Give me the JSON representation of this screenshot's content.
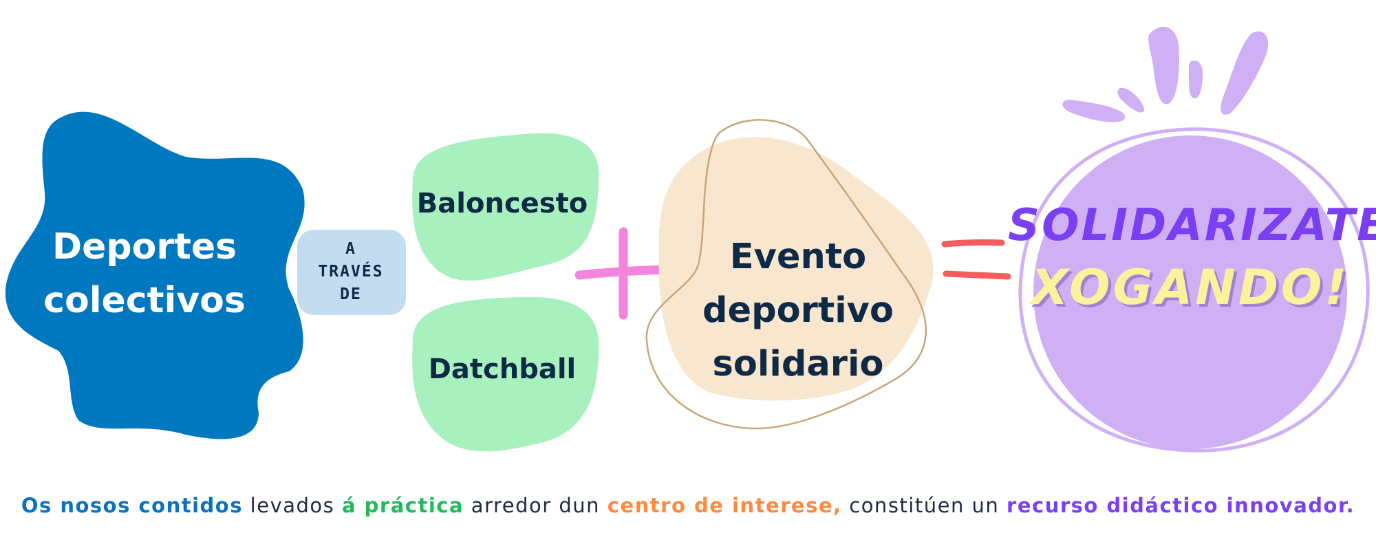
{
  "colors": {
    "deportes_blob": "#0078bf",
    "traves_box": "#c3dcef",
    "sport_blobs": "#a8f0bd",
    "evento_blob": "#f8e6cf",
    "evento_outline": "#c8a67a",
    "plus_sign": "#f585dc",
    "equals_sign": "#f25e5e",
    "solidarizate_circle": "#cfb0f5",
    "solidarizate_text": "#7b3ff2",
    "xogando_text": "#fbf29e",
    "dark_text": "#0e2a47"
  },
  "nodes": {
    "deportes": {
      "line1": "Deportes",
      "line2": "colectivos"
    },
    "traves": {
      "line1": "A",
      "line2": "TRAVÉS",
      "line3": "DE"
    },
    "baloncesto": "Baloncesto",
    "datchball": "Datchball",
    "evento": {
      "line1": "Evento deportivo",
      "line2": "solidario"
    },
    "result": {
      "line1": "SOLIDARIZATE",
      "line2": "XOGANDO!"
    }
  },
  "operators": {
    "plus": "plus-sign",
    "equals": "equals-sign"
  },
  "footer": {
    "part1": "Os nosos contidos",
    "part2": " levados ",
    "part3": "á práctica",
    "part4": " arredor dun ",
    "part5": "centro de interese,",
    "part6": " constitúen un ",
    "part7": "recurso didáctico innovador."
  }
}
